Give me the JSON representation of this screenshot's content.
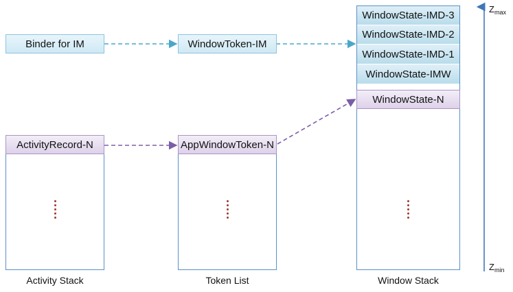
{
  "top_row": {
    "binder": "Binder for IM",
    "window_token": "WindowToken-IM"
  },
  "columns": {
    "activity_stack": {
      "top_item": "ActivityRecord-N",
      "label": "Activity Stack"
    },
    "token_list": {
      "top_item": "AppWindowToken-N",
      "label": "Token List"
    },
    "window_stack": {
      "items": [
        "WindowState-IMD-3",
        "WindowState-IMD-2",
        "WindowState-IMD-1",
        "WindowState-IMW"
      ],
      "app_item": "WindowState-N",
      "label": "Window Stack"
    }
  },
  "z_axis": {
    "max_base": "Z",
    "max_sub": "max",
    "min_base": "Z",
    "min_sub": "min"
  },
  "colors": {
    "blue_arrow": "#4aa7c9",
    "purple_arrow": "#7a5ea8",
    "axis": "#3f77b8"
  }
}
